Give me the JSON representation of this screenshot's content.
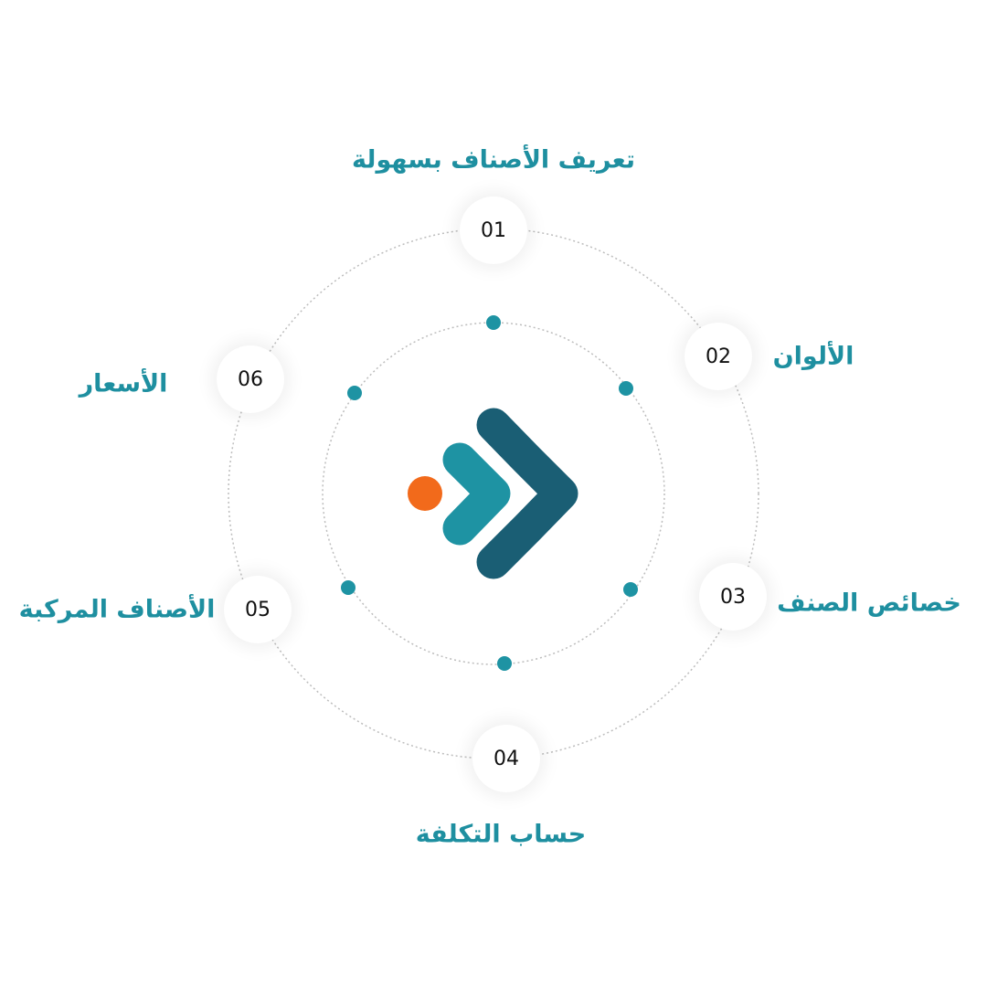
{
  "colors": {
    "teal": "#1e93a3",
    "dark": "#1a5e74",
    "orange": "#f26a1b",
    "label": "#1e8fa0",
    "ring": "#bdbdbd"
  },
  "steps": [
    {
      "number": "01",
      "label": "تعريف الأصناف بسهولة"
    },
    {
      "number": "02",
      "label": "الألوان"
    },
    {
      "number": "03",
      "label": "خصائص الصنف"
    },
    {
      "number": "04",
      "label": "حساب التكلفة"
    },
    {
      "number": "05",
      "label": "الأصناف المركبة"
    },
    {
      "number": "06",
      "label": "الأسعار"
    }
  ]
}
